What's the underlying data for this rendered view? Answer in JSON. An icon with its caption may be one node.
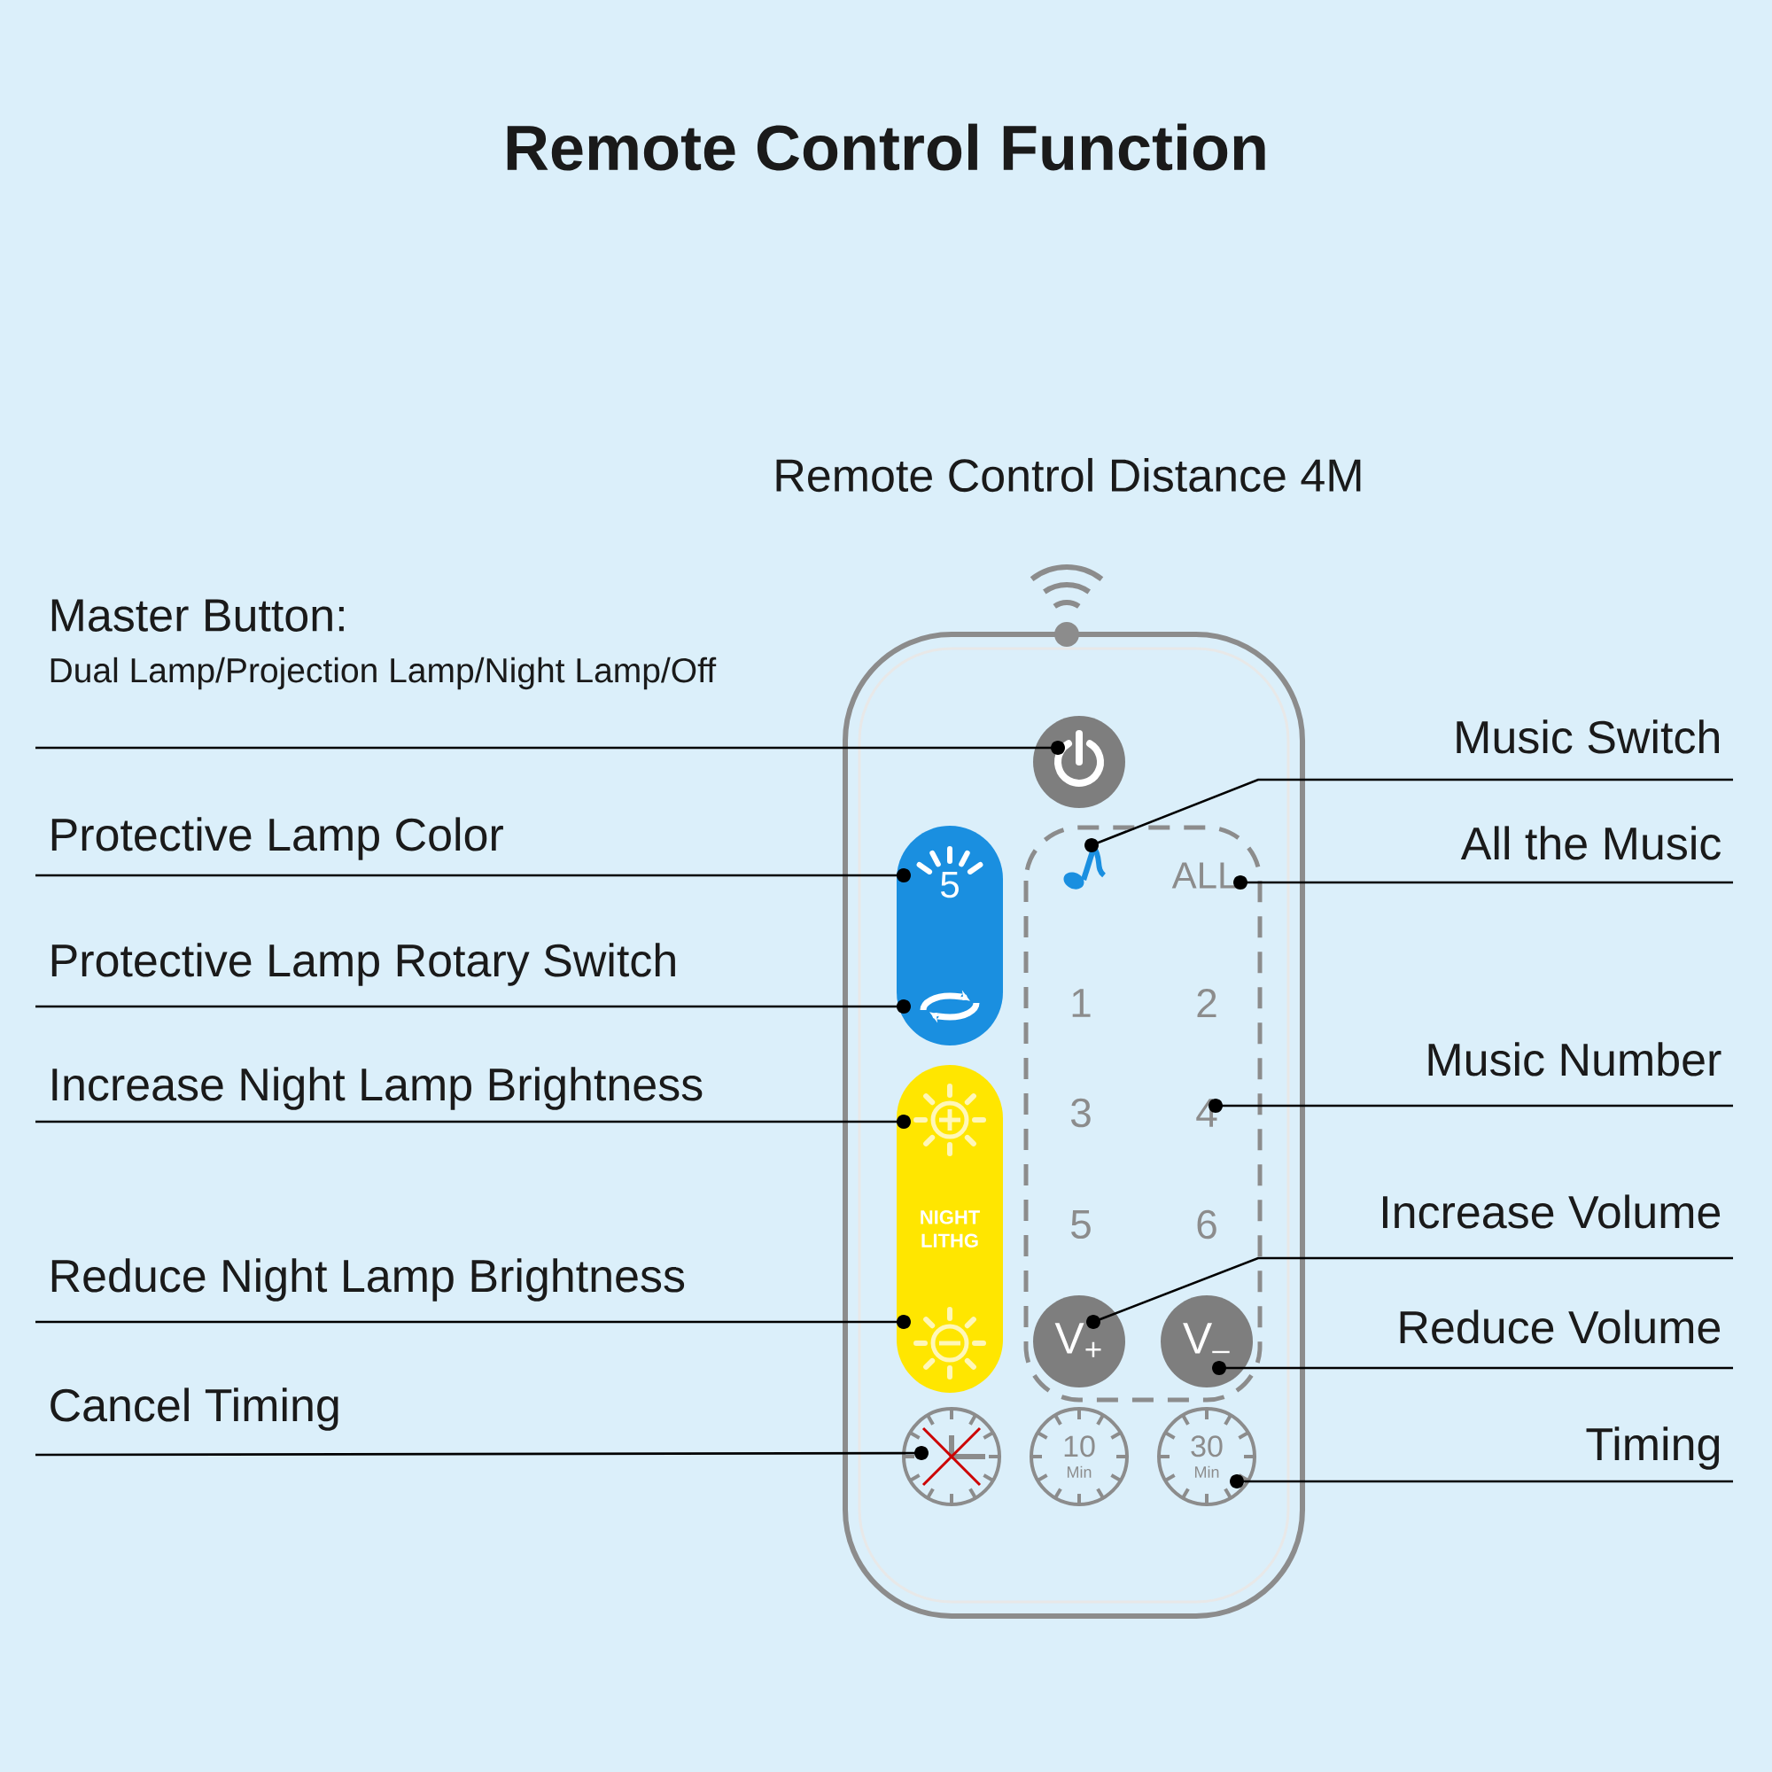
{
  "diagram": {
    "title": "Remote Control Function",
    "nodes": [
      {
        "text": [
          "Master Button:",
          "Dual Lamp/Projection Lamp/Night Lamp/Off"
        ]
      },
      {
        "text": [
          "Protective Lamp Color"
        ]
      },
      {
        "text": [
          "Protective Lamp Rotary Switch"
        ]
      },
      {
        "text": [
          "Increase Night Lamp Brightness"
        ]
      },
      {
        "text": [
          "Reduce Night Lamp Brightness"
        ]
      },
      {
        "text": [
          "Cancel Timing"
        ]
      },
      {
        "text": [
          "Music Switch"
        ]
      },
      {
        "text": [
          "All the Music"
        ]
      },
      {
        "text": [
          "Music Number"
        ]
      },
      {
        "text": [
          "Increase Volume"
        ]
      },
      {
        "text": [
          "Reduce Volume"
        ]
      },
      {
        "text": [
          "Timing"
        ]
      },
      {
        "text": [],
        "shape": "circle"
      },
      {
        "text": [
          "5"
        ]
      },
      {
        "text": [],
        "shape": "picture",
        "in": 13
      },
      {
        "text": [
          "NIGHT LITHG"
        ]
      },
      {
        "text": [],
        "shape": "picture",
        "in": 15
      },
      {
        "text": [],
        "shape": "picture",
        "in": 15
      },
      {
        "text": [],
        "shape": "circle"
      },
      {
        "text": [
          "10",
          "Min"
        ]
      },
      {
        "text": [
          "30",
          "Min"
        ]
      },
      {
        "text": [],
        "shape": "picture"
      },
      {
        "text": [
          "ALL"
        ]
      },
      {
        "text": [
          "4"
        ]
      },
      {
        "text": [
          "V$_{+}$"
        ]
      },
      {
        "text": [
          "V$_{–}$"
        ]
      }
    ],
    "edges": [
      {
        "from": 0,
        "to": 12,
        "arrow": "other"
      },
      {
        "from": 1,
        "to": 13,
        "arrow": "other"
      },
      {
        "from": 2,
        "to": 14,
        "arrow": "other"
      },
      {
        "from": 3,
        "to": 16,
        "arrow": "other"
      },
      {
        "from": 4,
        "to": 17,
        "arrow": "other"
      },
      {
        "from": 5,
        "to": 18,
        "arrow": "other"
      },
      {
        "from": 6,
        "to": 21,
        "arrow": "other"
      },
      {
        "from": 7,
        "to": 22,
        "arrow": "other"
      },
      {
        "from": 8,
        "to": 23,
        "arrow": "other"
      },
      {
        "from": 9,
        "to": 24,
        "arrow": "other"
      },
      {
        "from": 10,
        "to": 25,
        "arrow": "other"
      },
      {
        "from": 11,
        "to": 20,
        "arrow": "other"
      }
    ],
    "labels": [
      "Remote Control Distance 4M",
      "1",
      "2",
      "3",
      "5",
      "6"
    ]
  }
}
